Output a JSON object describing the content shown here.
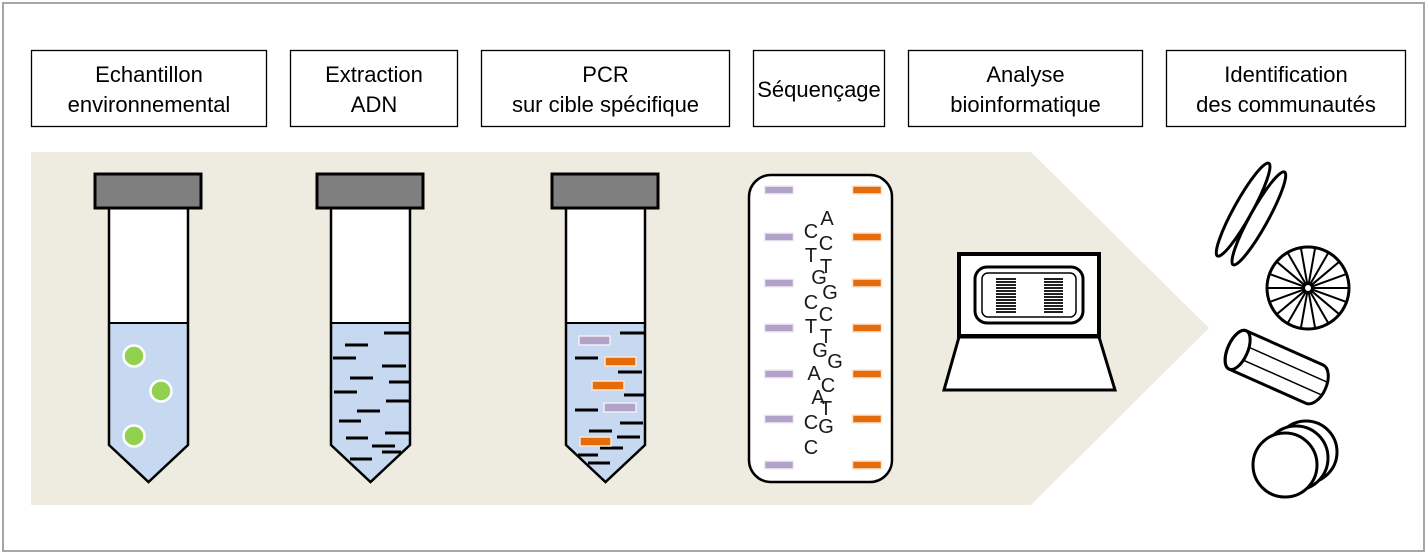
{
  "steps": [
    {
      "lines": [
        "Echantillon",
        "environnemental"
      ],
      "icon": "sample-tube-icon"
    },
    {
      "lines": [
        "Extraction",
        "ADN"
      ],
      "icon": "dna-extract-tube-icon"
    },
    {
      "lines": [
        "PCR",
        "sur cible spécifique"
      ],
      "icon": "pcr-tube-icon"
    },
    {
      "lines": [
        "Séquençage"
      ],
      "icon": "sequencing-chip-icon"
    },
    {
      "lines": [
        "Analyse",
        "bioinformatique"
      ],
      "icon": "laptop-icon"
    },
    {
      "lines": [
        "Identification",
        "des communautés"
      ],
      "icon": [
        "pennate-diatom-icon",
        "centric-diatom-icon",
        "cylindrical-diatom-icon",
        "disc-diatom-stack-icon"
      ]
    }
  ],
  "sequencing": {
    "letters": [
      "A",
      "C",
      "C",
      "T",
      "T",
      "G",
      "G",
      "C",
      "C",
      "T",
      "T",
      "G",
      "G",
      "A",
      "C",
      "A",
      "T",
      "C",
      "G",
      "C"
    ]
  },
  "colors": {
    "frame": "#A6A6A6",
    "process_arrow": "#EEEBE1",
    "tube_cap": "#7F7F7F",
    "liquid": "#C6D9F1",
    "cell_particle": "#92D050",
    "fragment_purple": "#B3A2C7",
    "fragment_orange": "#E46C0A"
  }
}
